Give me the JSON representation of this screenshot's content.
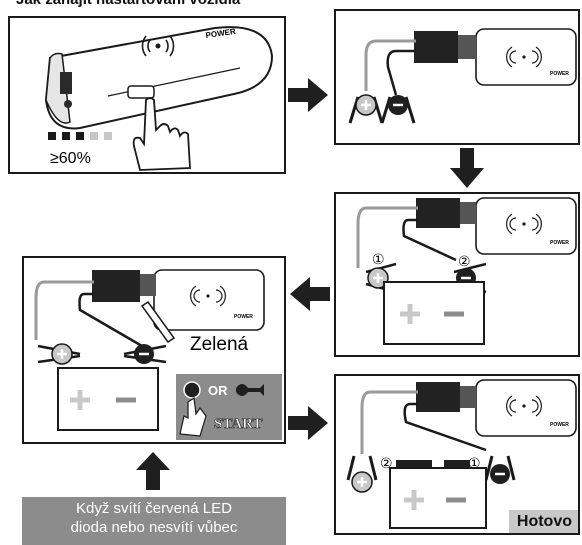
{
  "top_caption": "Jak zahájit nastartování vozidla",
  "step1": {
    "percent_label": "≥60%",
    "brand": "POWER"
  },
  "step2": {
    "brand": "POWER"
  },
  "step3": {
    "brand": "POWER",
    "badge1": "①",
    "badge2": "②"
  },
  "step4": {
    "brand": "POWER",
    "led_label": "Zelená",
    "or_text": "OR",
    "start_label": "START"
  },
  "step5": {
    "brand": "POWER",
    "badge1": "②",
    "badge2": "①",
    "done_label": "Hotovo"
  },
  "note": {
    "line1": "Když svítí červená LED",
    "line2": "dioda nebo nesvítí vůbec"
  },
  "colors": {
    "panel_border": "#1a1a1a",
    "dark": "#1f1f1f",
    "gray_bar": "#8c8c8c",
    "light_gray": "#c8c8c8"
  }
}
